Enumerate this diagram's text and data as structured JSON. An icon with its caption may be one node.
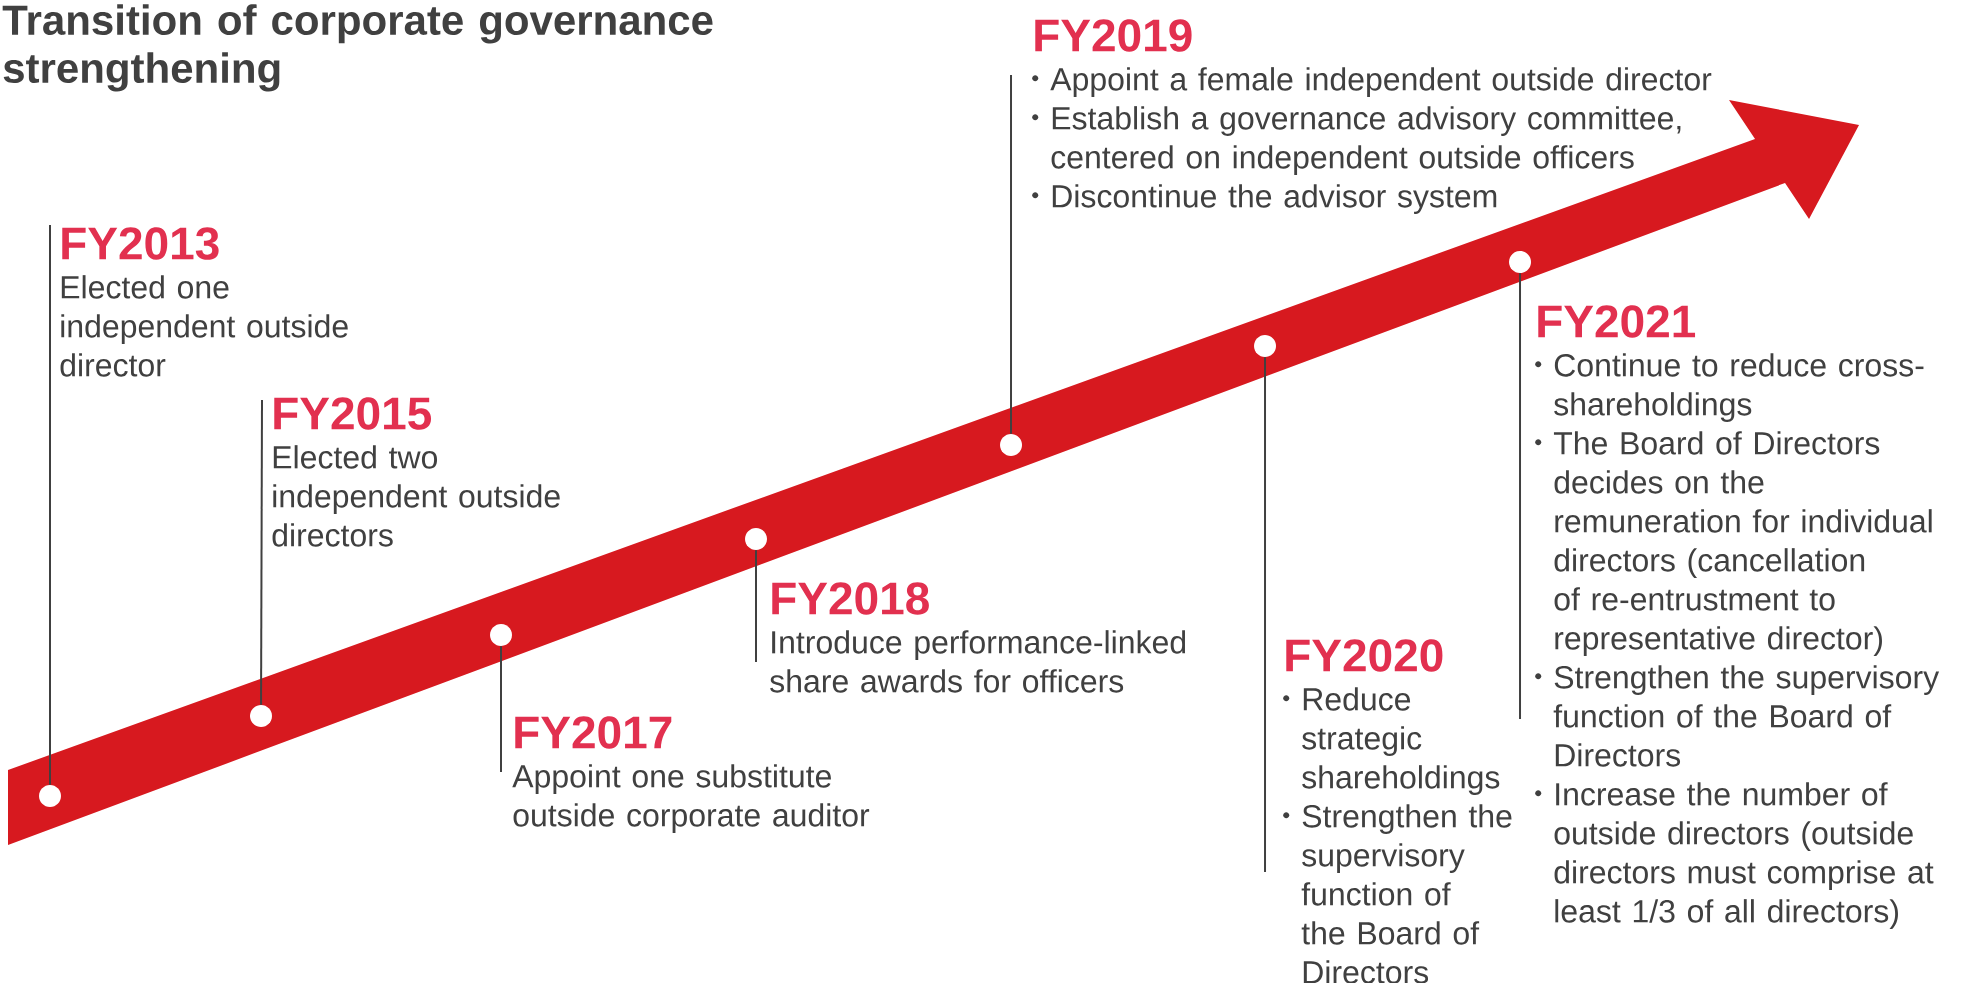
{
  "diagram": {
    "title": "Transition of corporate governance strengthening",
    "nodes": [
      {
        "text": [
          "FY2013",
          "Elected one independent outside director"
        ]
      },
      {
        "text": [],
        "shape": "circle"
      },
      {
        "text": [
          "FY2015",
          "Elected two independent outside directors"
        ]
      },
      {
        "text": [],
        "shape": "circle"
      },
      {
        "text": [
          "FY2017",
          "Appoint one substitute outside corporate auditor"
        ]
      },
      {
        "text": [],
        "shape": "circle"
      },
      {
        "text": [
          "FY2018",
          "Introduce performance-linked share awards for officers"
        ]
      },
      {
        "text": [],
        "shape": "circle"
      },
      {
        "text": [
          "FY2019",
          "Appoint a female independent outside director",
          "Establish a governance advisory committee, centered on independent outside officers",
          "Discontinue the advisor system"
        ]
      },
      {
        "text": [],
        "shape": "circle"
      },
      {
        "text": [
          "FY2020",
          "Reduce strategic shareholdings",
          "Strengthen the supervisory function of the Board of Directors"
        ]
      },
      {
        "text": [],
        "shape": "circle"
      },
      {
        "text": [
          "FY2021",
          "Continue to reduce cross-shareholdings",
          "The Board of Directors decides on the remuneration for individual directors (cancellation of re-entrustment to representative director)",
          "Strengthen the supervisory function of the Board of Directors",
          "Increase the number of outside directors (outside directors must comprise at least 1/3 of all directors)"
        ]
      },
      {
        "text": [],
        "shape": "circle"
      }
    ],
    "edges": [
      {
        "from": 0,
        "to": 1,
        "arrow": "none"
      },
      {
        "from": 2,
        "to": 3,
        "arrow": "none"
      },
      {
        "from": 4,
        "to": 5,
        "arrow": "none"
      },
      {
        "from": 6,
        "to": 7,
        "arrow": "none"
      },
      {
        "from": 8,
        "to": 9,
        "arrow": "none"
      },
      {
        "from": 10,
        "to": 11,
        "arrow": "none"
      },
      {
        "from": 12,
        "to": 13,
        "arrow": "none"
      }
    ]
  }
}
